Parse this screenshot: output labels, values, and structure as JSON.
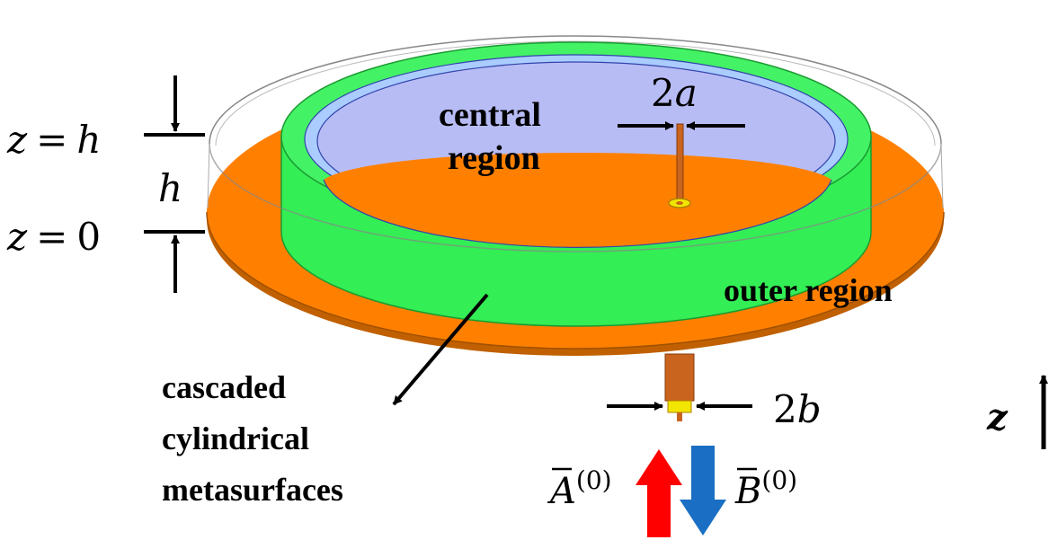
{
  "labels": {
    "central_region_line1": "central",
    "central_region_line2": "region",
    "outer_region": "outer region",
    "metasurface_line1": "cascaded",
    "metasurface_line2": "cylindrical",
    "metasurface_line3": "metasurfaces"
  },
  "math": {
    "z_h_var": "z",
    "z_h_eq": "=",
    "z_h_val": "h",
    "height": "h",
    "z_0_var": "z",
    "z_0_eq": "=",
    "z_0_val": "0",
    "inner_diameter_num": "2",
    "inner_diameter_var": "a",
    "outer_diameter_num": "2",
    "outer_diameter_var": "b",
    "incident_var": "A",
    "incident_sup": "(0)",
    "reflected_var": "B",
    "reflected_sup": "(0)",
    "axis": "z"
  },
  "colors": {
    "ground_plate": "#ff8000",
    "ground_plate_edge": "#c06000",
    "metasurface": "#33ee55",
    "metasurface_dark": "#22cc44",
    "inner_layer": "#aaccff",
    "inner_wall": "#b8bcf5",
    "probe": "#c8641e",
    "connector": "#f2e600",
    "incident_arrow": "#ff0000",
    "reflected_arrow": "#1a6fc4"
  }
}
